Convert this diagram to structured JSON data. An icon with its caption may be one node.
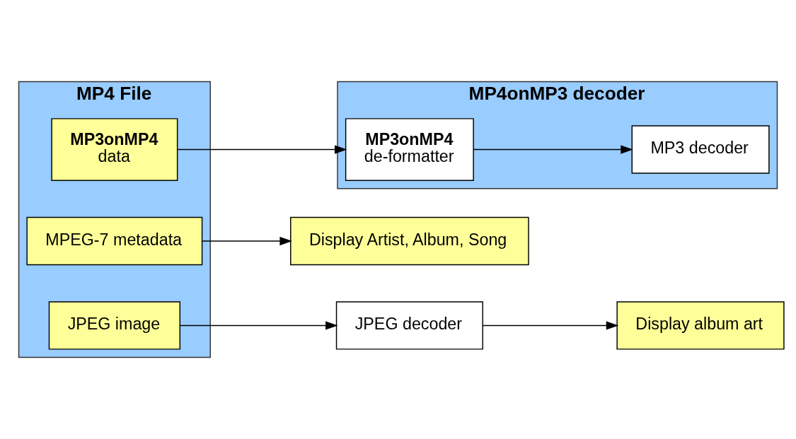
{
  "diagram": {
    "nodes": [
      {
        "text": [
          "MP4 File"
        ]
      },
      {
        "text": [
          "MP3onMP4",
          "data"
        ],
        "in": 0
      },
      {
        "text": [
          "MPEG-7 metadata"
        ],
        "in": 0
      },
      {
        "text": [
          "JPEG image"
        ],
        "in": 0
      },
      {
        "text": [
          "MP4onMP3 decoder"
        ]
      },
      {
        "text": [
          "MP3onMP4",
          "de-formatter"
        ],
        "in": 4
      },
      {
        "text": [
          "MP3 decoder"
        ],
        "in": 4
      },
      {
        "text": [
          "Display Artist, Album, Song"
        ]
      },
      {
        "text": [
          "JPEG decoder"
        ]
      },
      {
        "text": [
          "Display album art"
        ]
      }
    ],
    "edges": [
      {
        "from": 1,
        "to": 5,
        "arrow": "to"
      },
      {
        "from": 5,
        "to": 6,
        "arrow": "to"
      },
      {
        "from": 2,
        "to": 7,
        "arrow": "to"
      },
      {
        "from": 3,
        "to": 8,
        "arrow": "to"
      },
      {
        "from": 8,
        "to": 9,
        "arrow": "to"
      }
    ]
  }
}
